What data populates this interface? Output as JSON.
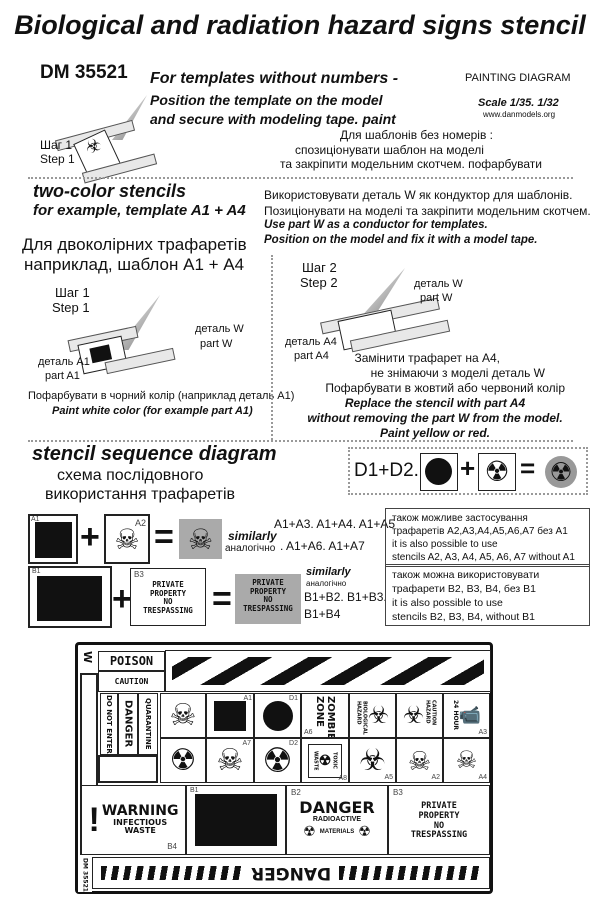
{
  "title": "Biological and radiation hazard signs stencil",
  "code": "DM 35521",
  "intro": {
    "l1": "For templates without numbers -",
    "l2": "Position the template on the model",
    "l3": "and secure with modeling tape. paint",
    "ua1": "Для шаблонів без номерів :",
    "ua2": "спозиціонувати шаблон на моделі",
    "ua3": "та закріпити модельним скотчем. пофарбувати",
    "step_ua": "Шаг 1",
    "step_en": "Step 1"
  },
  "meta": {
    "diagram": "PAINTING DIAGRAM",
    "scale": "Scale 1/35. 1/32",
    "url": "www.danmodels.org"
  },
  "two_color": {
    "title": "two-color stencils",
    "example": "for example, template A1 + A4",
    "ua_title": "Для двоколірних трафаретів",
    "ua_example": "наприклад, шаблон А1 + А4",
    "r1": "Використовувати деталь W як кондуктор для шаблонів.",
    "r2": "Позиціонувати на моделі та закріпити модельним скотчем.",
    "r3": "Use part W as a conductor for templates.",
    "r4": "Position on the model and fix it with a model tape.",
    "s1_ua": "Шаг 1",
    "s1_en": "Step 1",
    "w_ua": "деталь W",
    "w_en": "part W",
    "a1_ua": "деталь A1",
    "a1_en": "part A1",
    "s1_ua_note": "Пофарбувати в чорний колір (наприклад деталь A1)",
    "s1_en_note": "Paint white color (for example part A1)",
    "s2_ua": "Шаг 2",
    "s2_en": "Step 2",
    "a4_ua": "деталь A4",
    "a4_en": "part A4",
    "n1": "Замінити трафарет на A4,",
    "n2": "не знімаючи з моделі деталь W",
    "n3": "Пофарбувати в жовтий або червоний колір",
    "n4": "Replace the stencil with part A4",
    "n5": "without removing the part W from the model.",
    "n6": "Paint yellow or red."
  },
  "sequence": {
    "title": "stencil sequence diagram",
    "ua1": "схема послідовного",
    "ua2": "використання трафаретів",
    "d_formula": "D1+D2.",
    "plus": "+",
    "eq": "=",
    "rowA": {
      "l1": "A1",
      "l2": "A2",
      "similarly": "similarly",
      "ua_similarly": "аналогічно",
      "f1": "A1+A3. A1+A4. A1+A5",
      "f2": ". A1+A6. A1+A7",
      "i1": "також можливе застосування",
      "i2": "трафаретів A2,A3,A4,A5,A6,A7 без A1",
      "i3": "it is also possible to use",
      "i4": "stencils A2, A3, A4, A5, A6, A7 without A1"
    },
    "rowB": {
      "l1": "B1",
      "l2": "B3",
      "sign": [
        "PRIVATE",
        "PROPERTY",
        "NO",
        "TRESPASSING"
      ],
      "similarly": "similarly",
      "ua_similarly": "аналогічно",
      "f1": "B1+B2. B1+B3.",
      "f2": "B1+B4",
      "i1": "також можна використовувати",
      "i2": "трафарети B2, B3, B4, без B1",
      "i3": "it is also possible to use",
      "i4": "stencils B2, B3, B4, without B1"
    }
  },
  "sheet": {
    "w": "W",
    "poison": "POISON",
    "caution": "CAUTION",
    "v1": "DO NOT ENTER",
    "v2": "DANGER",
    "v3": "QUARANTINE",
    "labels": {
      "a1": "A1",
      "d1": "D1",
      "a6": "A6",
      "a3": "A3",
      "a7": "A7",
      "d2": "D2",
      "a8": "A8",
      "a5": "A5",
      "a2": "A2",
      "a4": "A4",
      "b1": "B1",
      "b2": "B2",
      "b3": "B3",
      "b4": "B4"
    },
    "zombie": "ZOMBIE ZONE",
    "bio": "BIOLOGICAL HAZARD",
    "bio2": "CAUTION HAZARD",
    "cam": "24 HOUR",
    "toxic": "TOXIC",
    "waste": "WASTE",
    "warning": "WARNING",
    "infectious": "INFECTIOUS",
    "waste2": "WASTE",
    "danger": "DANGER",
    "radioactive": "RADIOACTIVE",
    "materials": "MATERIALS",
    "danger_strip": "DANGER",
    "code": "DM 35521"
  }
}
